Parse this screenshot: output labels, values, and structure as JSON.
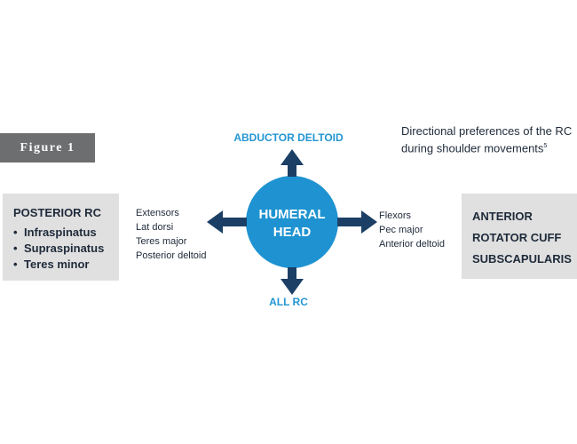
{
  "figure": {
    "label": "Figure 1"
  },
  "caption": {
    "text": "Directional preferences of the RC during shoulder movements",
    "footnote": "5"
  },
  "center": {
    "line1": "HUMERAL",
    "line2": "HEAD",
    "color": "#1f93d1"
  },
  "arrows": {
    "color": "#1c3f66",
    "top_label": "ABDUCTOR DELTOID",
    "bottom_label": "ALL RC",
    "label_color": "#2496d4"
  },
  "left_muscles": [
    "Extensors",
    "Lat dorsi",
    "Teres major",
    "Posterior deltoid"
  ],
  "right_muscles": [
    "Flexors",
    "Pec major",
    "Anterior deltoid"
  ],
  "posterior_box": {
    "title": "POSTERIOR RC",
    "items": [
      "Infraspinatus",
      "Supraspinatus",
      "Teres minor"
    ]
  },
  "anterior_box": {
    "lines": [
      "ANTERIOR",
      "ROTATOR CUFF",
      "SUBSCAPULARIS"
    ]
  },
  "colors": {
    "box_bg": "#e0e0e0",
    "figure_label_bg": "#6d6e70",
    "text_dark": "#1e2a3a"
  }
}
